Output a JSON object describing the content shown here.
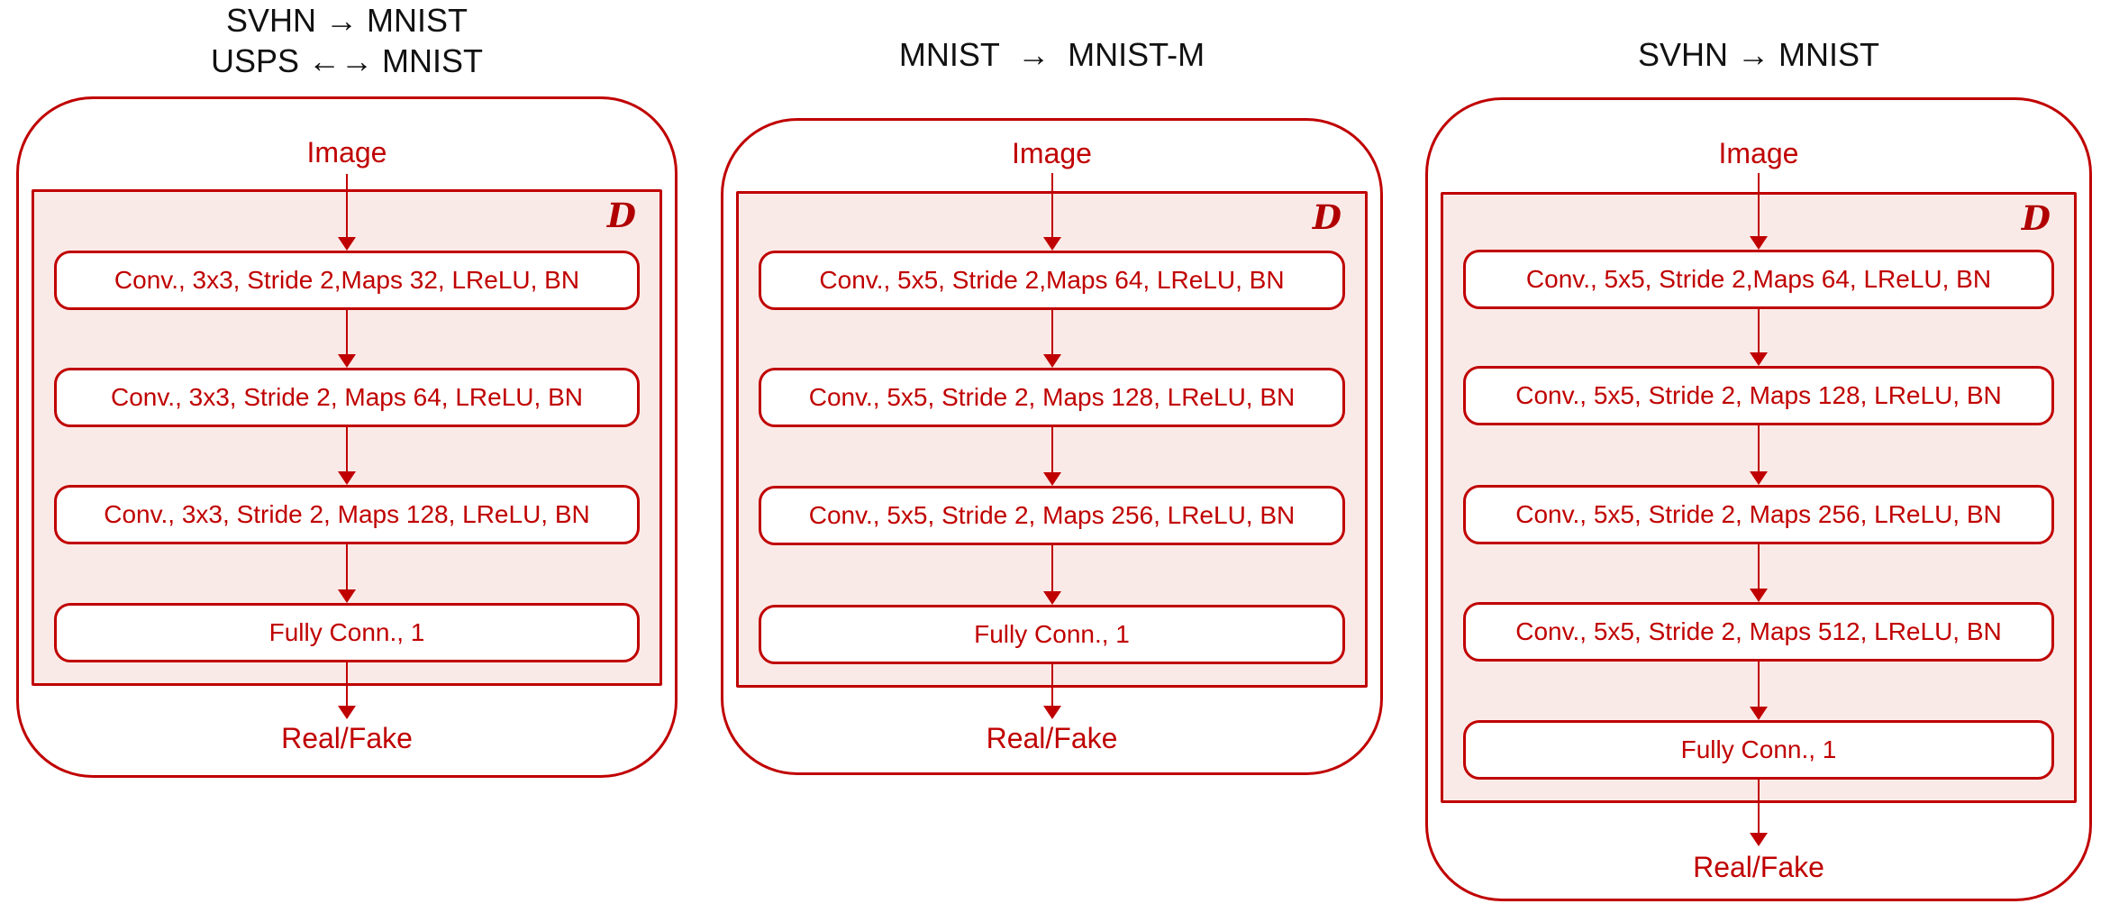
{
  "figure": {
    "accent_color": "#C00000",
    "panel_fill_color": "#FAEAE7",
    "title_color": "#111111",
    "background_color": "#FFFFFF"
  },
  "diagrams": [
    {
      "id": "left",
      "title_lines": [
        "SVHN → MNIST",
        "USPS ←→ MNIST"
      ],
      "input_label": "Image",
      "block_label": "D",
      "layers": [
        "Conv., 3x3, Stride 2,Maps 32, LReLU, BN",
        "Conv., 3x3, Stride 2, Maps 64, LReLU, BN",
        "Conv., 3x3, Stride 2, Maps 128, LReLU, BN",
        "Fully Conn., 1"
      ],
      "output_label": "Real/Fake"
    },
    {
      "id": "middle",
      "title_lines": [
        "MNIST  →  MNIST-M"
      ],
      "input_label": "Image",
      "block_label": "D",
      "layers": [
        "Conv., 5x5, Stride 2,Maps 64, LReLU, BN",
        "Conv., 5x5, Stride 2, Maps 128, LReLU, BN",
        "Conv., 5x5, Stride 2, Maps 256, LReLU, BN",
        "Fully Conn., 1"
      ],
      "output_label": "Real/Fake"
    },
    {
      "id": "right",
      "title_lines": [
        "SVHN → MNIST"
      ],
      "input_label": "Image",
      "block_label": "D",
      "layers": [
        "Conv., 5x5, Stride 2,Maps 64, LReLU, BN",
        "Conv., 5x5, Stride 2, Maps 128, LReLU, BN",
        "Conv., 5x5, Stride 2, Maps 256, LReLU, BN",
        "Conv., 5x5, Stride 2, Maps 512, LReLU, BN",
        "Fully Conn., 1"
      ],
      "output_label": "Real/Fake"
    }
  ]
}
